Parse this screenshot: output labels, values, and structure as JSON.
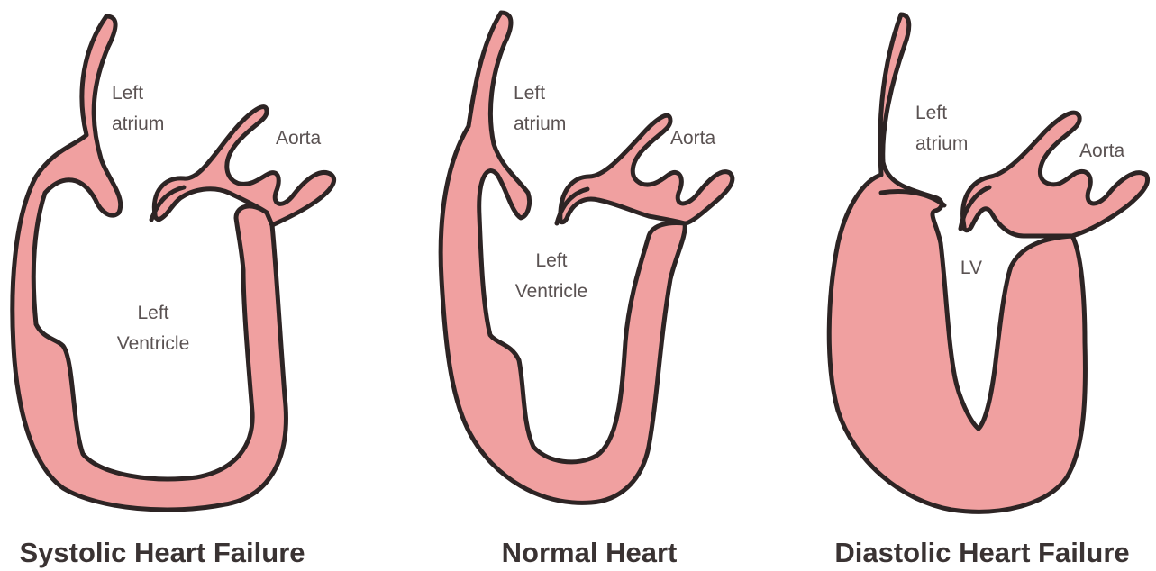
{
  "panels": [
    {
      "caption": "Systolic Heart Failure",
      "labels": {
        "atrium_line1": "Left",
        "atrium_line2": "atrium",
        "aorta": "Aorta",
        "ventricle_line1": "Left",
        "ventricle_line2": "Ventricle"
      }
    },
    {
      "caption": "Normal Heart",
      "labels": {
        "atrium_line1": "Left",
        "atrium_line2": "atrium",
        "aorta": "Aorta",
        "ventricle_line1": "Left",
        "ventricle_line2": "Ventricle"
      }
    },
    {
      "caption": "Diastolic Heart Failure",
      "labels": {
        "atrium_line1": "Left",
        "atrium_line2": "atrium",
        "aorta": "Aorta",
        "ventricle_line1": "LV"
      }
    }
  ],
  "colors": {
    "muscle": "#f0a0a0",
    "outline": "#2d2424",
    "label_text": "#5a5252",
    "caption_text": "#3a3333"
  }
}
